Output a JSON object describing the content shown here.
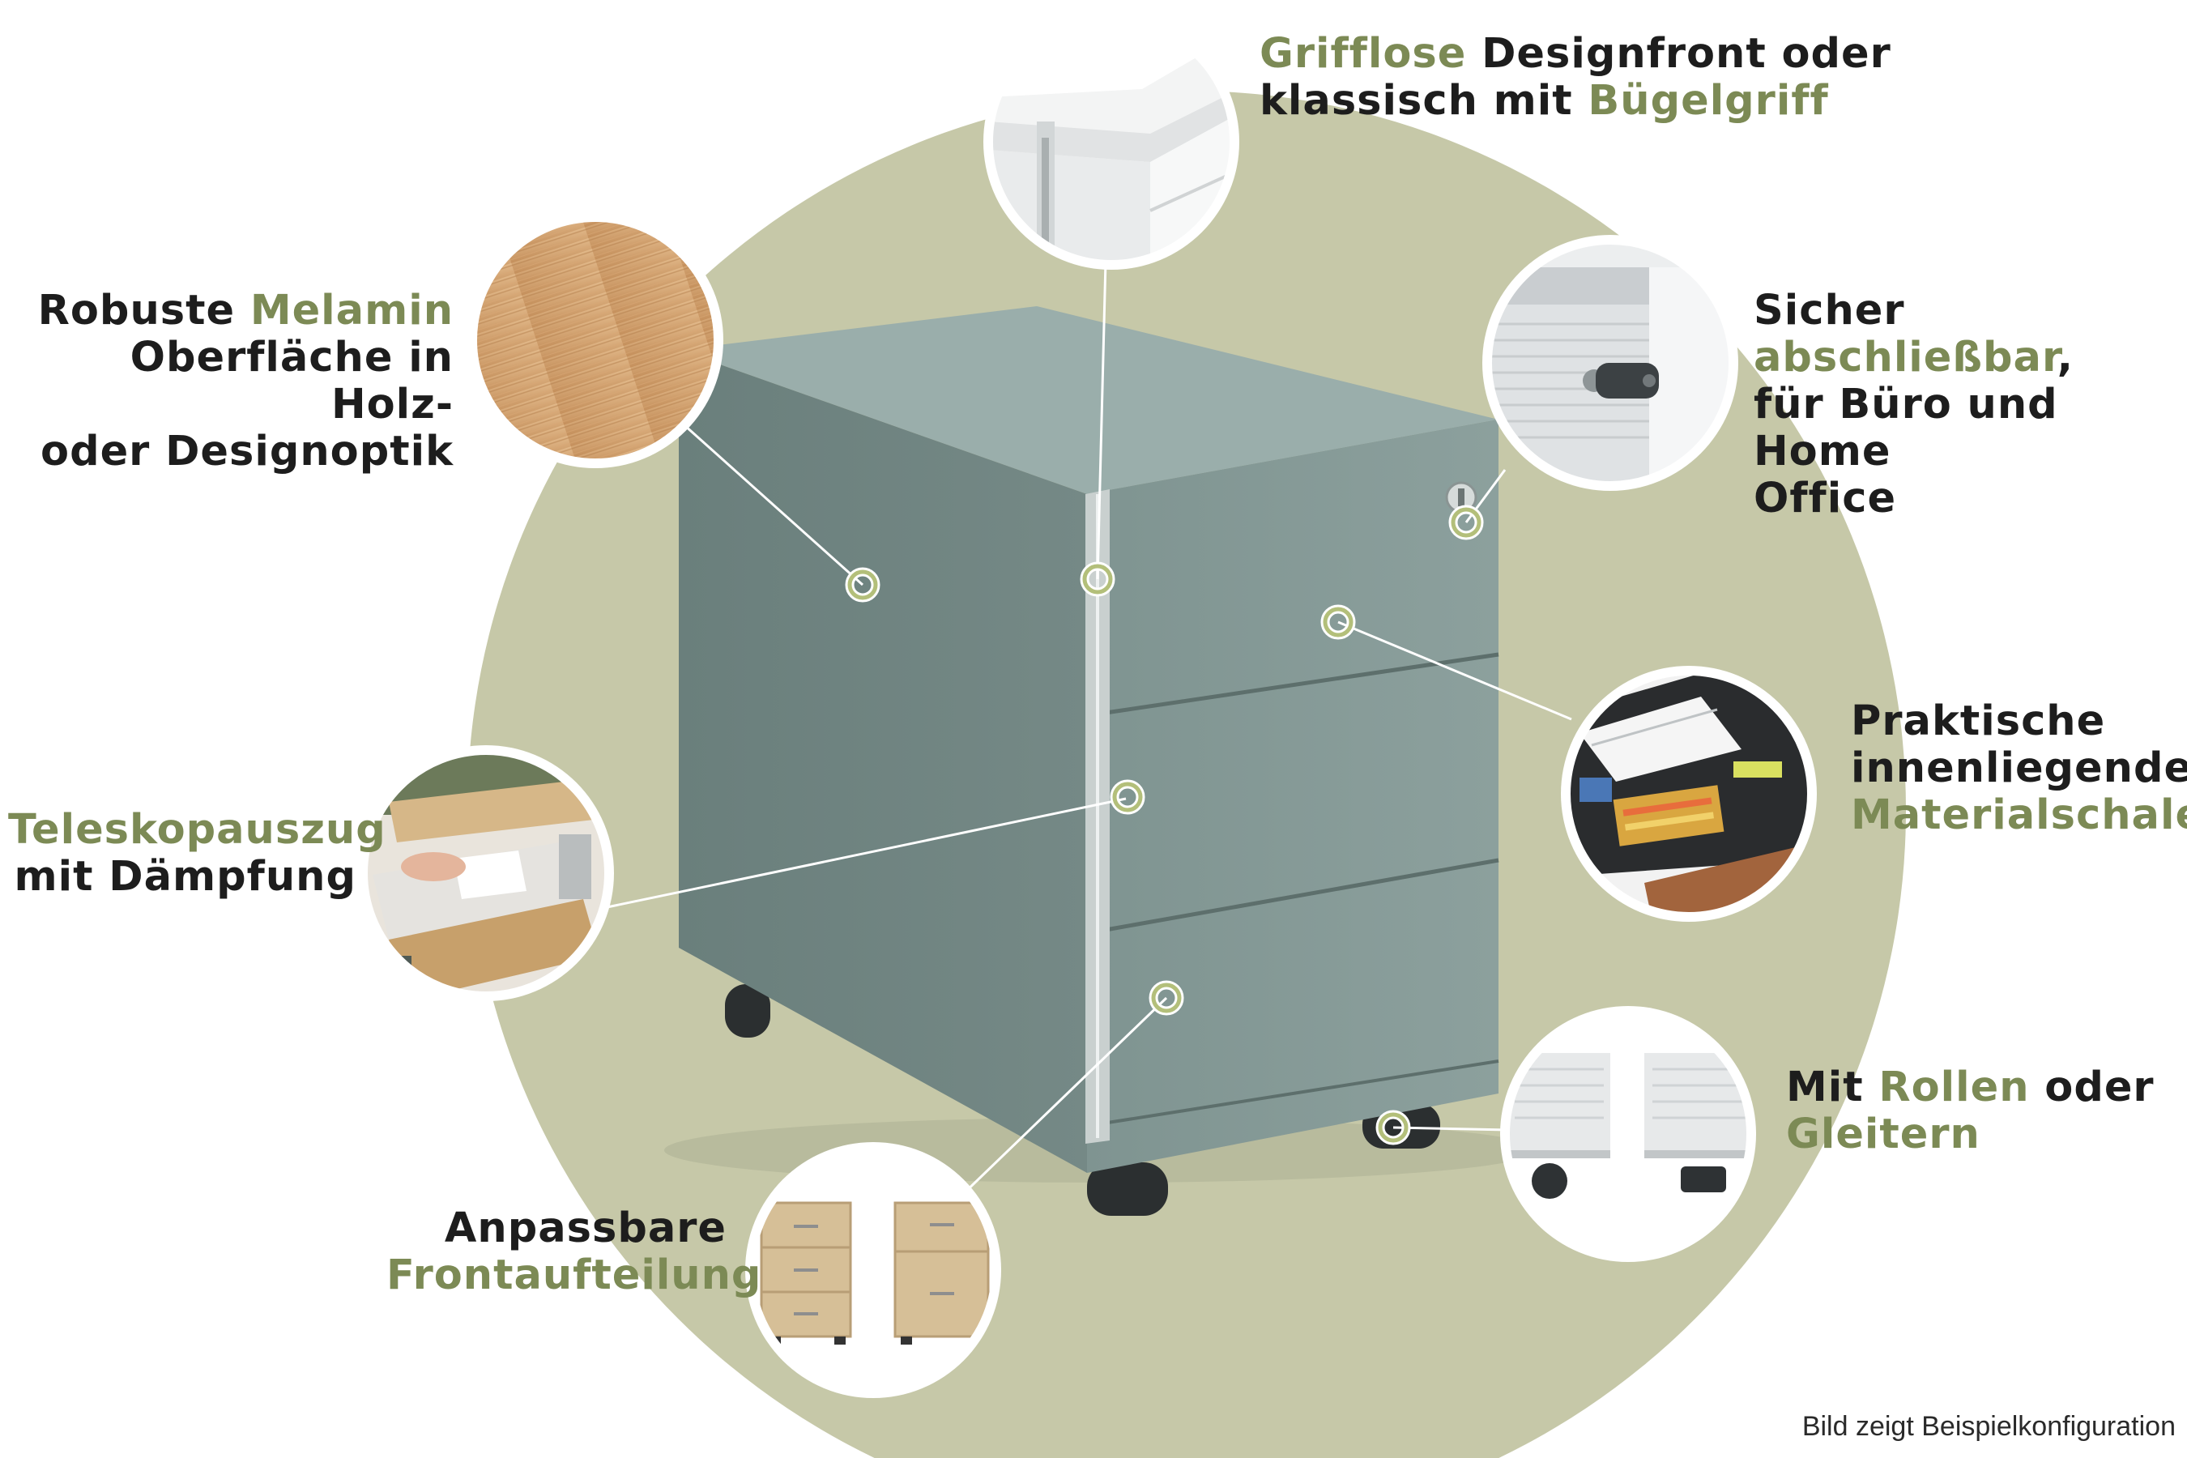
{
  "colors": {
    "highlight": "#7c8a55",
    "background_circle": "#c6c8a8",
    "cabinet": "#7a8e8b",
    "marker": "#b3bf7a"
  },
  "features": {
    "handle": {
      "hl": "Grifflose",
      "t1": " Designfront oder",
      "t2": "klassisch mit ",
      "hl2": "Bügelgriff"
    },
    "surface": {
      "t1": "Robuste ",
      "hl": "Melamin",
      "t2": "Oberfläche in Holz-",
      "t3": "oder Designoptik"
    },
    "lock": {
      "t1": "Sicher ",
      "hl": "abschließbar",
      "t1b": ",",
      "t2": "für Büro und Home",
      "t3": "Office"
    },
    "tray": {
      "t1": "Praktische",
      "t2": "innenliegende",
      "hl": "Materialschale"
    },
    "telescope": {
      "hl": "Teleskopauszug",
      "t2": "mit Dämpfung"
    },
    "wheels": {
      "t1": "Mit ",
      "hl": "Rollen",
      "t1b": " oder",
      "hl2": "Gleitern"
    },
    "front": {
      "t1": "Anpassbare",
      "hl": "Frontaufteilung"
    }
  },
  "caption": "Bild zeigt Beispielkonfiguration"
}
